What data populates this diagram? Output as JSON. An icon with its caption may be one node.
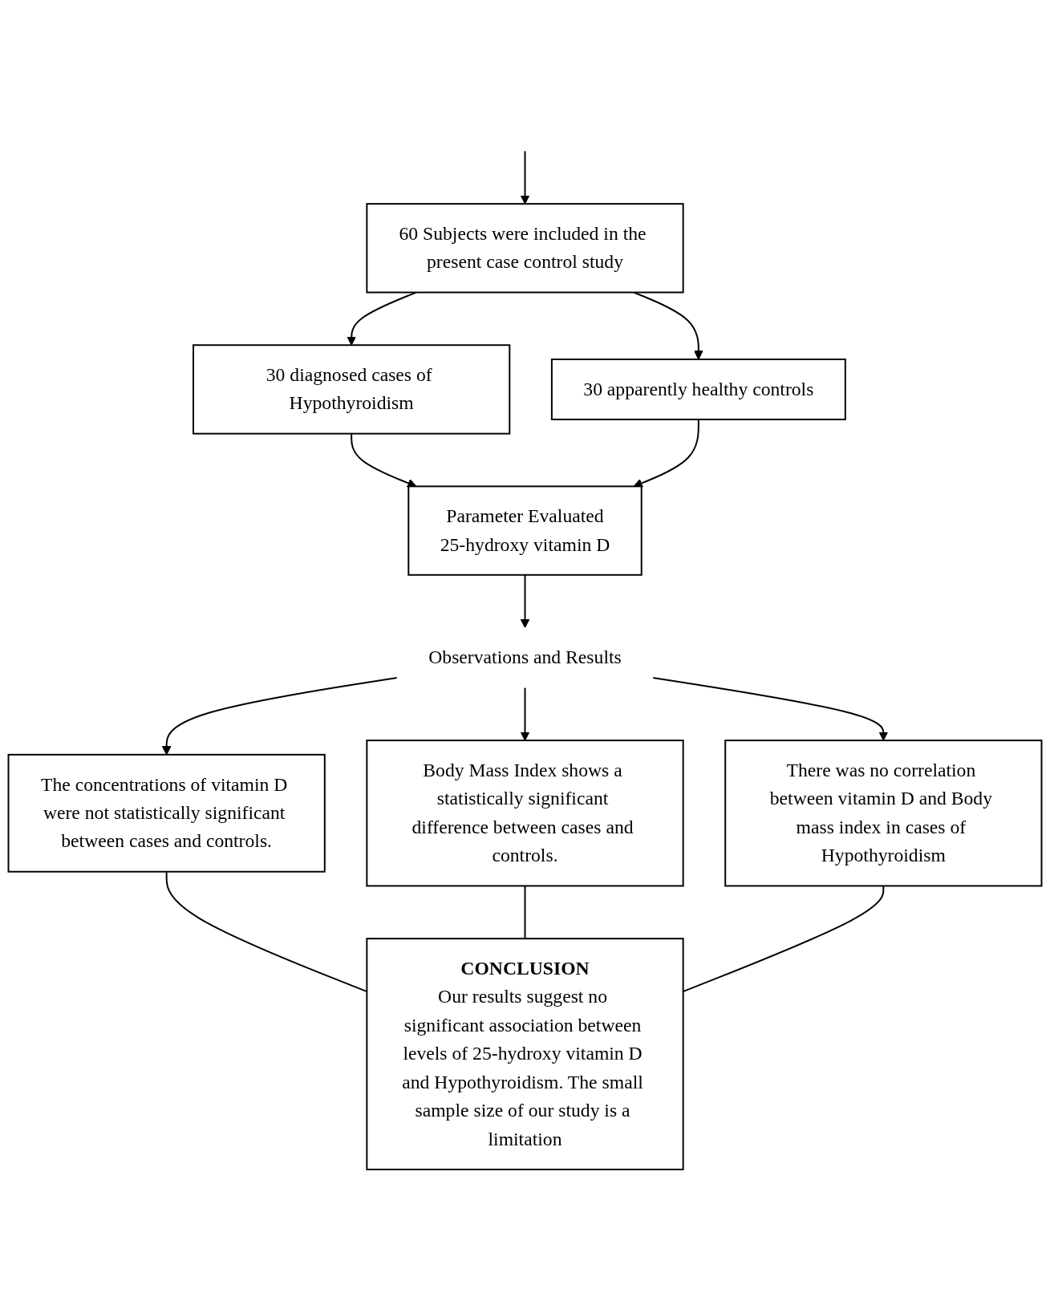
{
  "diagram": {
    "nodes": [
      {
        "text": [
          "60 Subjects were included in the present case control study"
        ]
      },
      {
        "text": [
          "30 diagnosed cases of Hypothyroidism"
        ]
      },
      {
        "text": [
          "30 apparently healthy controls"
        ]
      },
      {
        "text": [
          "Parameter Evaluated",
          "25-hydroxy vitamin D"
        ]
      },
      {
        "text": [
          "Observations and Results"
        ]
      },
      {
        "text": [
          "The concentrations of vitamin D were not statistically significant between cases and controls."
        ]
      },
      {
        "text": [
          "Body Mass Index shows a statistically significant difference between cases and controls."
        ]
      },
      {
        "text": [
          "There was no correlation between vitamin D and Body mass index in cases of Hypothyroidism"
        ]
      },
      {
        "text": [
          "CONCLUSION",
          "Our results suggest no significant association between levels of 25-hydroxy vitamin D and Hypothyroidism. The small sample size of our study is a limitation"
        ]
      }
    ],
    "edges": [
      {
        "from": null,
        "to": 0,
        "arrow": "to"
      },
      {
        "from": 0,
        "to": 1,
        "arrow": "to"
      },
      {
        "from": 0,
        "to": 2,
        "arrow": "to"
      },
      {
        "from": 1,
        "to": 3,
        "arrow": "to"
      },
      {
        "from": 2,
        "to": 3,
        "arrow": "to"
      },
      {
        "from": 3,
        "to": 4,
        "arrow": "to"
      },
      {
        "from": 4,
        "to": 5,
        "arrow": "to"
      },
      {
        "from": 4,
        "to": 6,
        "arrow": "to"
      },
      {
        "from": 4,
        "to": 7,
        "arrow": "to"
      },
      {
        "from": 5,
        "to": 8,
        "arrow": "none"
      },
      {
        "from": 6,
        "to": 8,
        "arrow": "none"
      },
      {
        "from": 7,
        "to": 8,
        "arrow": "none"
      }
    ]
  }
}
